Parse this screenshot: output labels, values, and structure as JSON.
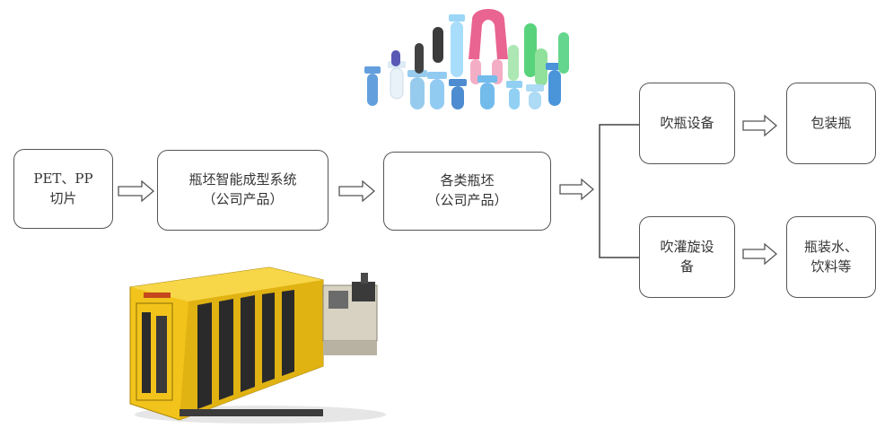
{
  "nodes": {
    "raw_material": {
      "line1": "PET、PP",
      "line2": "切片"
    },
    "molding_system": {
      "line1": "瓶坯智能成型系统",
      "line2": "（公司产品）"
    },
    "preforms": {
      "line1": "各类瓶坯",
      "line2": "（公司产品）"
    },
    "blow_equipment": {
      "line1": "吹瓶设备"
    },
    "blow_fill_cap": {
      "line1": "吹灌旋设",
      "line2": "备"
    },
    "packaging_bottle": {
      "line1": "包装瓶"
    },
    "bottled_drinks": {
      "line1": "瓶装水、",
      "line2": "饮料等"
    }
  },
  "illustrations": {
    "preform_photo": "preforms-photo",
    "machine_photo": "injection-molding-machine-photo",
    "machine_color": "#F2C31A"
  }
}
